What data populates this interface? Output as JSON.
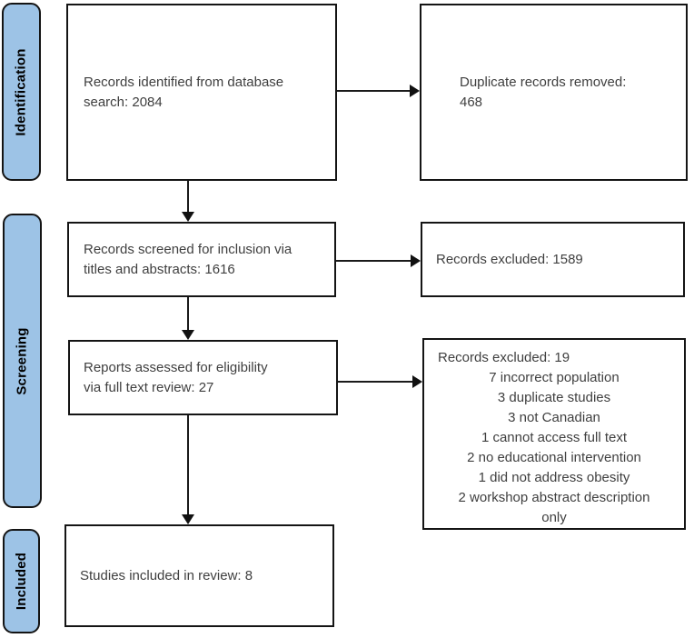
{
  "stages": {
    "identification": "Identification",
    "screening": "Screening",
    "included": "Included"
  },
  "boxes": {
    "records_identified": "Records identified from database search: 2084",
    "duplicates_removed": "Duplicate records removed: 468",
    "records_screened": "Records screened for inclusion via titles and abstracts: 1616",
    "records_excluded_screening": "Records excluded: 1589",
    "reports_assessed": "Reports assessed for eligibility via full text review: 27",
    "records_excluded_eligibility": {
      "heading": "Records excluded: 19",
      "reasons": [
        "7 incorrect population",
        "3 duplicate studies",
        "3 not Canadian",
        "1 cannot access full text",
        "2 no educational intervention",
        "1 did not address obesity",
        "2 workshop abstract description only"
      ]
    },
    "studies_included": "Studies included in review: 8"
  },
  "colors": {
    "stage_fill": "#9DC3E6",
    "box_border": "#141414",
    "text": "#3F3F3F"
  }
}
